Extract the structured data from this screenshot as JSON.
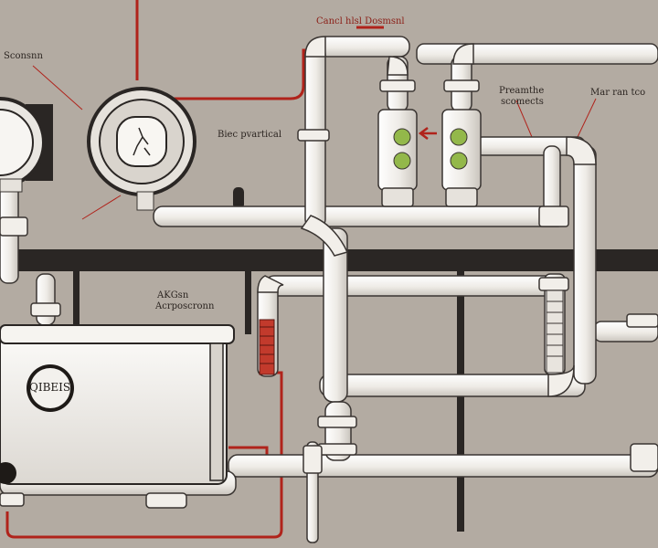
{
  "labels": {
    "top_center": "Cancl hlsl Dosmsnl",
    "top_left": "Sconsnn",
    "right_a_line1": "Preamthe",
    "right_a_line2": "scomects",
    "right_b": "Mar ran tco",
    "mid_left": "Biec pvartical",
    "lower_left_line1": "AKGsn",
    "lower_left_line2": "Acrposcronn",
    "tank_badge": "QIBEIS"
  },
  "colors": {
    "background": "#b3aba2",
    "pipe_fill": "#f4f2ee",
    "pipe_stroke": "#3a3532",
    "beam": "#2a2624",
    "red_line": "#b0231b",
    "indicator_green": "#93b84a"
  }
}
